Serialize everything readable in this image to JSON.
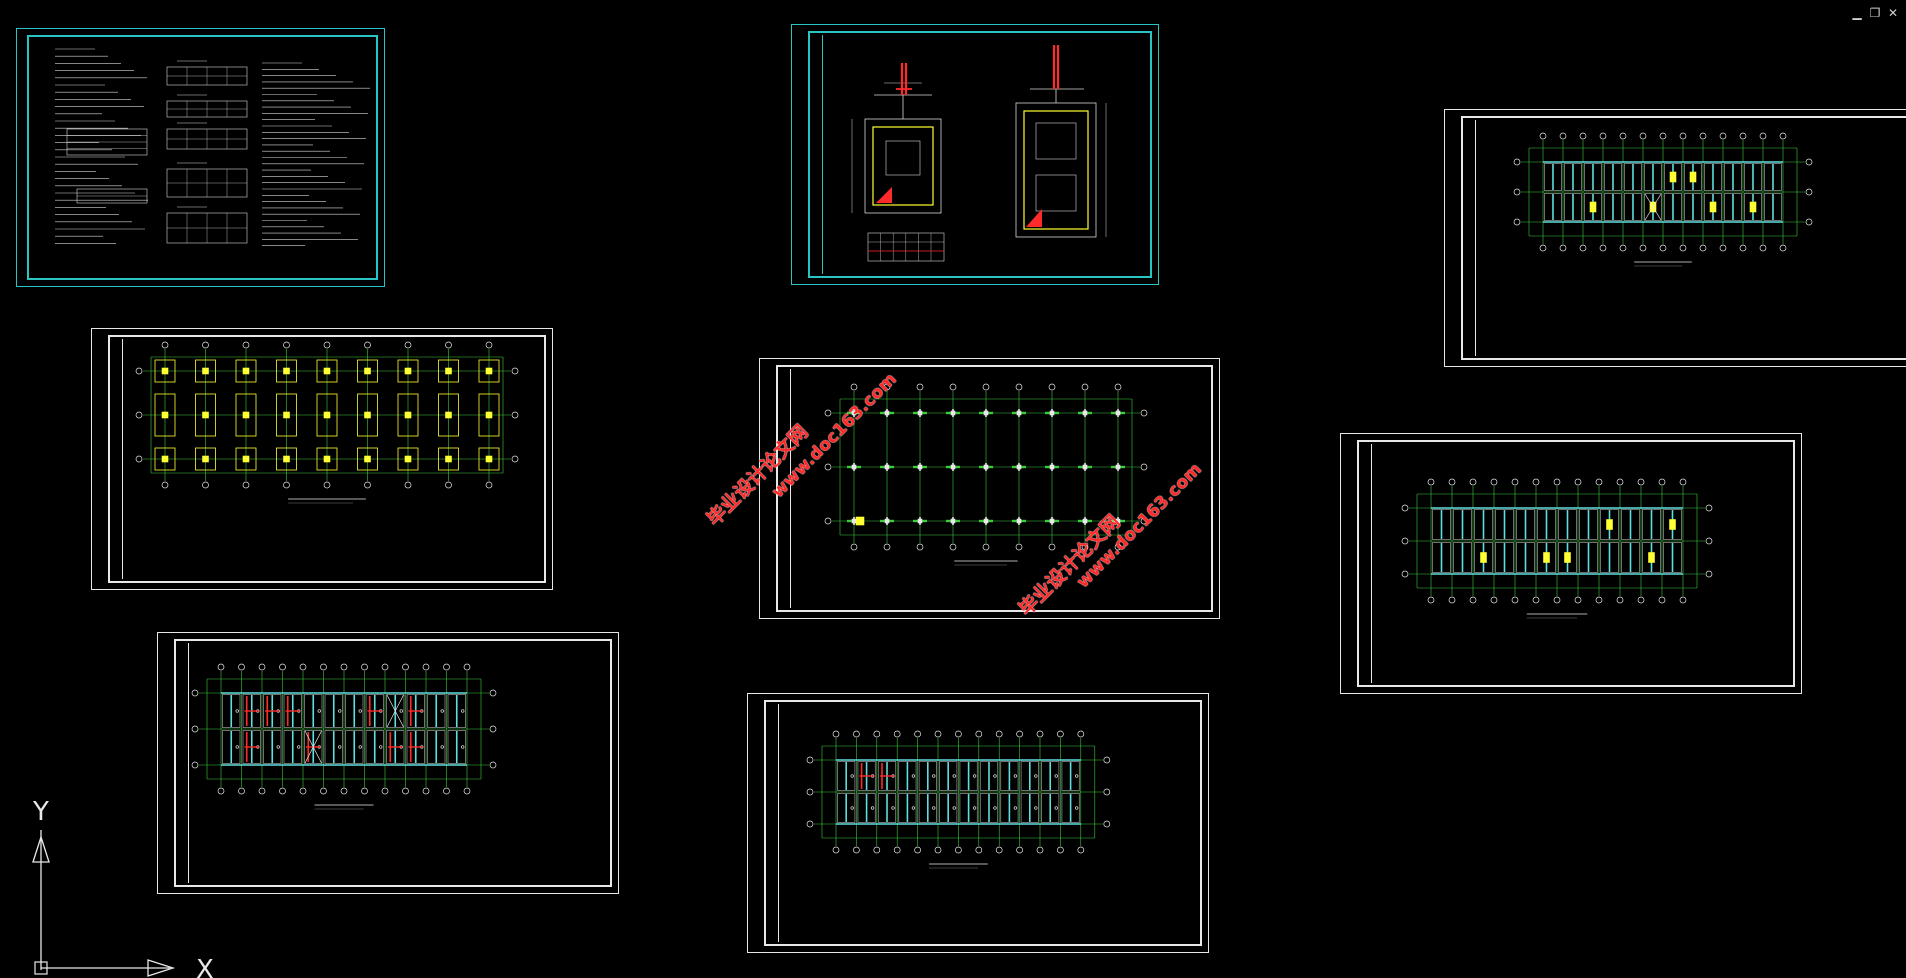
{
  "window": {
    "minimize_glyph": "▁",
    "restore_glyph": "❐",
    "close_glyph": "✕"
  },
  "watermarks": {
    "text_a": "毕业设计论文网",
    "text_b": "www.doc163.com"
  },
  "ucs": {
    "x_label": "X",
    "y_label": "Y"
  },
  "colors": {
    "background": "#000000",
    "sheet_border": "#e6e6e6",
    "cyan_frame": "#29c4c4",
    "grid_green": "#3ccc3c",
    "slab_cyan": "#5fe0e0",
    "rebar_red": "#ff2a2a",
    "tag_yellow": "#ffff33",
    "watermark_red": "#ff2a2a"
  },
  "sheets": [
    {
      "id": "general-notes",
      "kind": "notes"
    },
    {
      "id": "foundation-detail",
      "kind": "detail"
    },
    {
      "id": "roof-plan-top-right",
      "kind": "plan"
    },
    {
      "id": "foundation-layout",
      "kind": "plan"
    },
    {
      "id": "column-layout",
      "kind": "plan"
    },
    {
      "id": "floor-plan-right",
      "kind": "plan"
    },
    {
      "id": "floor-plan-left",
      "kind": "plan"
    },
    {
      "id": "floor-plan-bottom",
      "kind": "plan"
    }
  ]
}
